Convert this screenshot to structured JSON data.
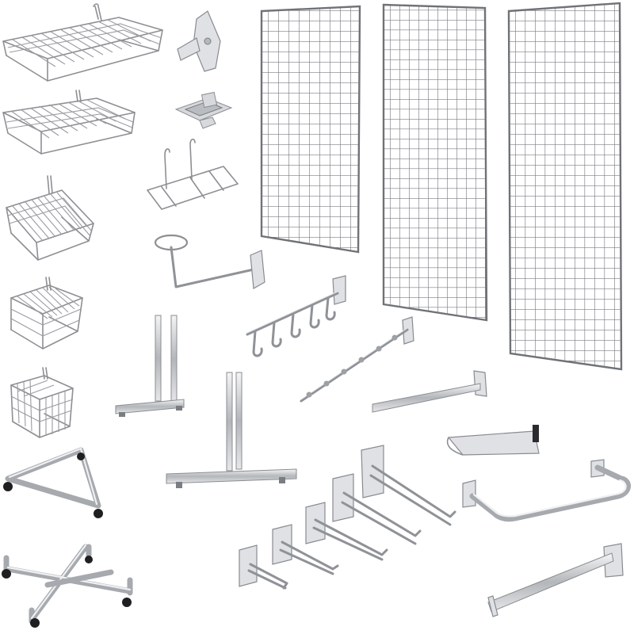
{
  "scene": {
    "background": "#ffffff",
    "metal_color": "#8d8f93",
    "highlight_color": "#eef0f2",
    "caster_color": "#1f1f22"
  },
  "items": [
    {
      "id": "wire-basket-shallow",
      "icon": "wire-basket"
    },
    {
      "id": "wire-basket-tray",
      "icon": "wire-basket"
    },
    {
      "id": "wire-basket-medium",
      "icon": "wire-basket"
    },
    {
      "id": "wire-basket-small",
      "icon": "wire-basket"
    },
    {
      "id": "wire-basket-deep",
      "icon": "wire-basket"
    },
    {
      "id": "gridwall-panel-narrow",
      "icon": "grid-panel"
    },
    {
      "id": "gridwall-panel-medium",
      "icon": "grid-panel"
    },
    {
      "id": "gridwall-panel-tall",
      "icon": "grid-panel"
    },
    {
      "id": "wall-bracket",
      "icon": "bracket"
    },
    {
      "id": "panel-connector-clamp",
      "icon": "clamp"
    },
    {
      "id": "wire-shelf-bracket",
      "icon": "wire-bracket"
    },
    {
      "id": "ring-hanger",
      "icon": "ring-hook"
    },
    {
      "id": "waterfall-hooks",
      "icon": "waterfall"
    },
    {
      "id": "straight-waterfall",
      "icon": "waterfall"
    },
    {
      "id": "h-stand-leg-pair",
      "icon": "stand-leg"
    },
    {
      "id": "t-stand-base",
      "icon": "stand-leg"
    },
    {
      "id": "faceout-arm",
      "icon": "faceout"
    },
    {
      "id": "label-holder-shelf",
      "icon": "shelf-holder"
    },
    {
      "id": "triangle-base-casters",
      "icon": "rolling-base"
    },
    {
      "id": "cross-base-casters",
      "icon": "rolling-base"
    },
    {
      "id": "hook-set",
      "icon": "hook"
    },
    {
      "id": "u-rail",
      "icon": "rail"
    },
    {
      "id": "slatwall-faceout",
      "icon": "faceout"
    }
  ]
}
